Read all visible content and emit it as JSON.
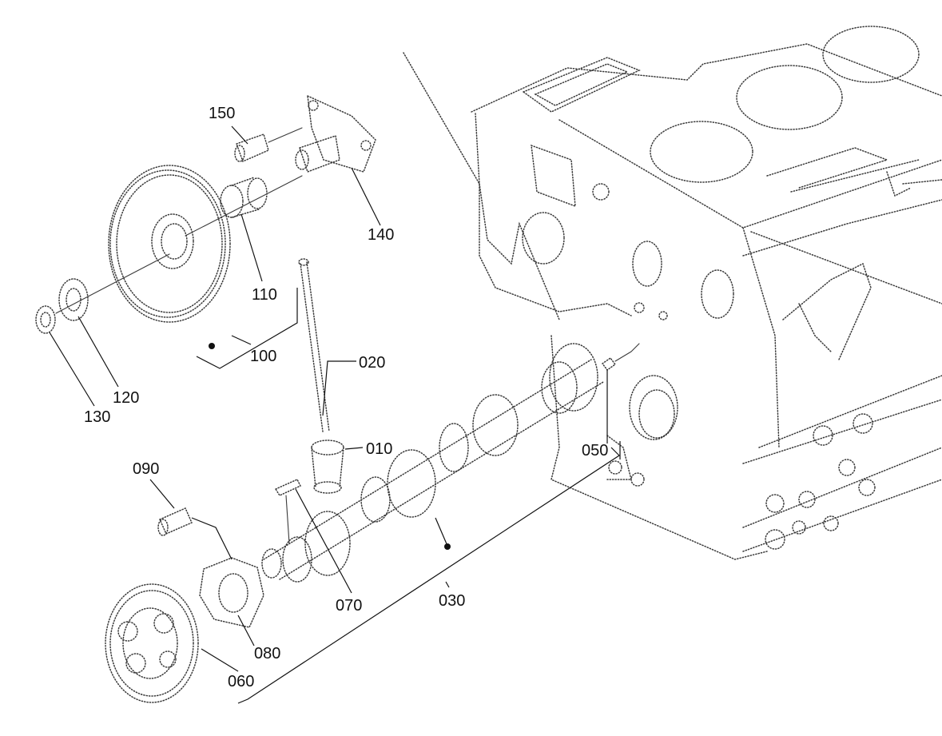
{
  "callouts": [
    {
      "id": "010",
      "label": "010"
    },
    {
      "id": "020",
      "label": "020"
    },
    {
      "id": "030",
      "label": "030"
    },
    {
      "id": "050",
      "label": "050"
    },
    {
      "id": "060",
      "label": "060"
    },
    {
      "id": "070",
      "label": "070"
    },
    {
      "id": "080",
      "label": "080"
    },
    {
      "id": "090",
      "label": "090"
    },
    {
      "id": "100",
      "label": "100"
    },
    {
      "id": "110",
      "label": "110"
    },
    {
      "id": "120",
      "label": "120"
    },
    {
      "id": "130",
      "label": "130"
    },
    {
      "id": "140",
      "label": "140"
    },
    {
      "id": "150",
      "label": "150"
    }
  ]
}
